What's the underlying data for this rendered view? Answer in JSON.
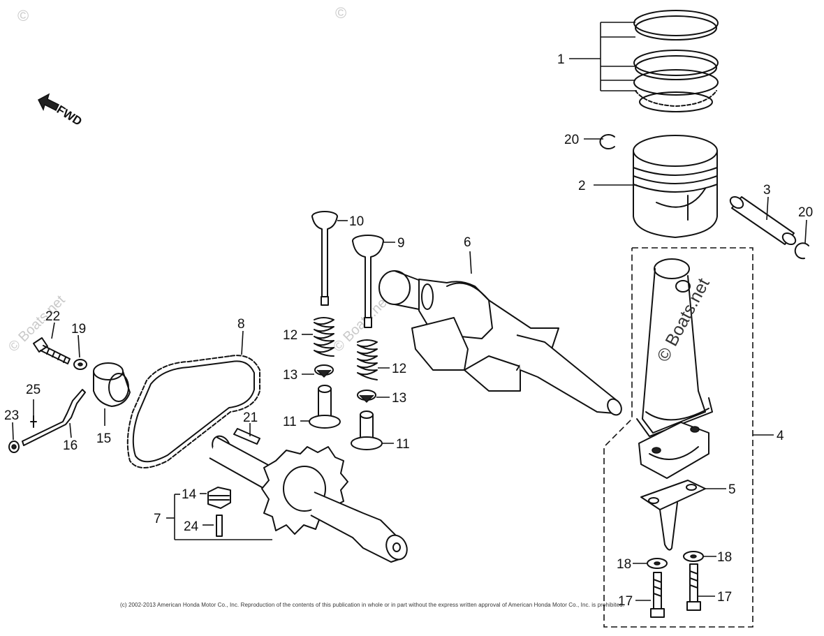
{
  "direction_label": "FWD",
  "watermarks": {
    "brand": "© Boats.net",
    "corner": "©"
  },
  "copyright": "(c) 2002-2013 American Honda Motor Co., Inc. Reproduction of the contents of this publication in whole or in part without the express written approval of American Honda Motor Co., Inc. is prohibited.",
  "callouts": {
    "c1": "1",
    "c2": "2",
    "c3": "3",
    "c4": "4",
    "c5": "5",
    "c6": "6",
    "c7": "7",
    "c8": "8",
    "c9": "9",
    "c10": "10",
    "c11a": "11",
    "c11b": "11",
    "c12a": "12",
    "c12b": "12",
    "c13a": "13",
    "c13b": "13",
    "c14": "14",
    "c15": "15",
    "c16": "16",
    "c17a": "17",
    "c17b": "17",
    "c18a": "18",
    "c18b": "18",
    "c19": "19",
    "c20a": "20",
    "c20b": "20",
    "c21": "21",
    "c22": "22",
    "c23": "23",
    "c24": "24",
    "c25": "25"
  }
}
